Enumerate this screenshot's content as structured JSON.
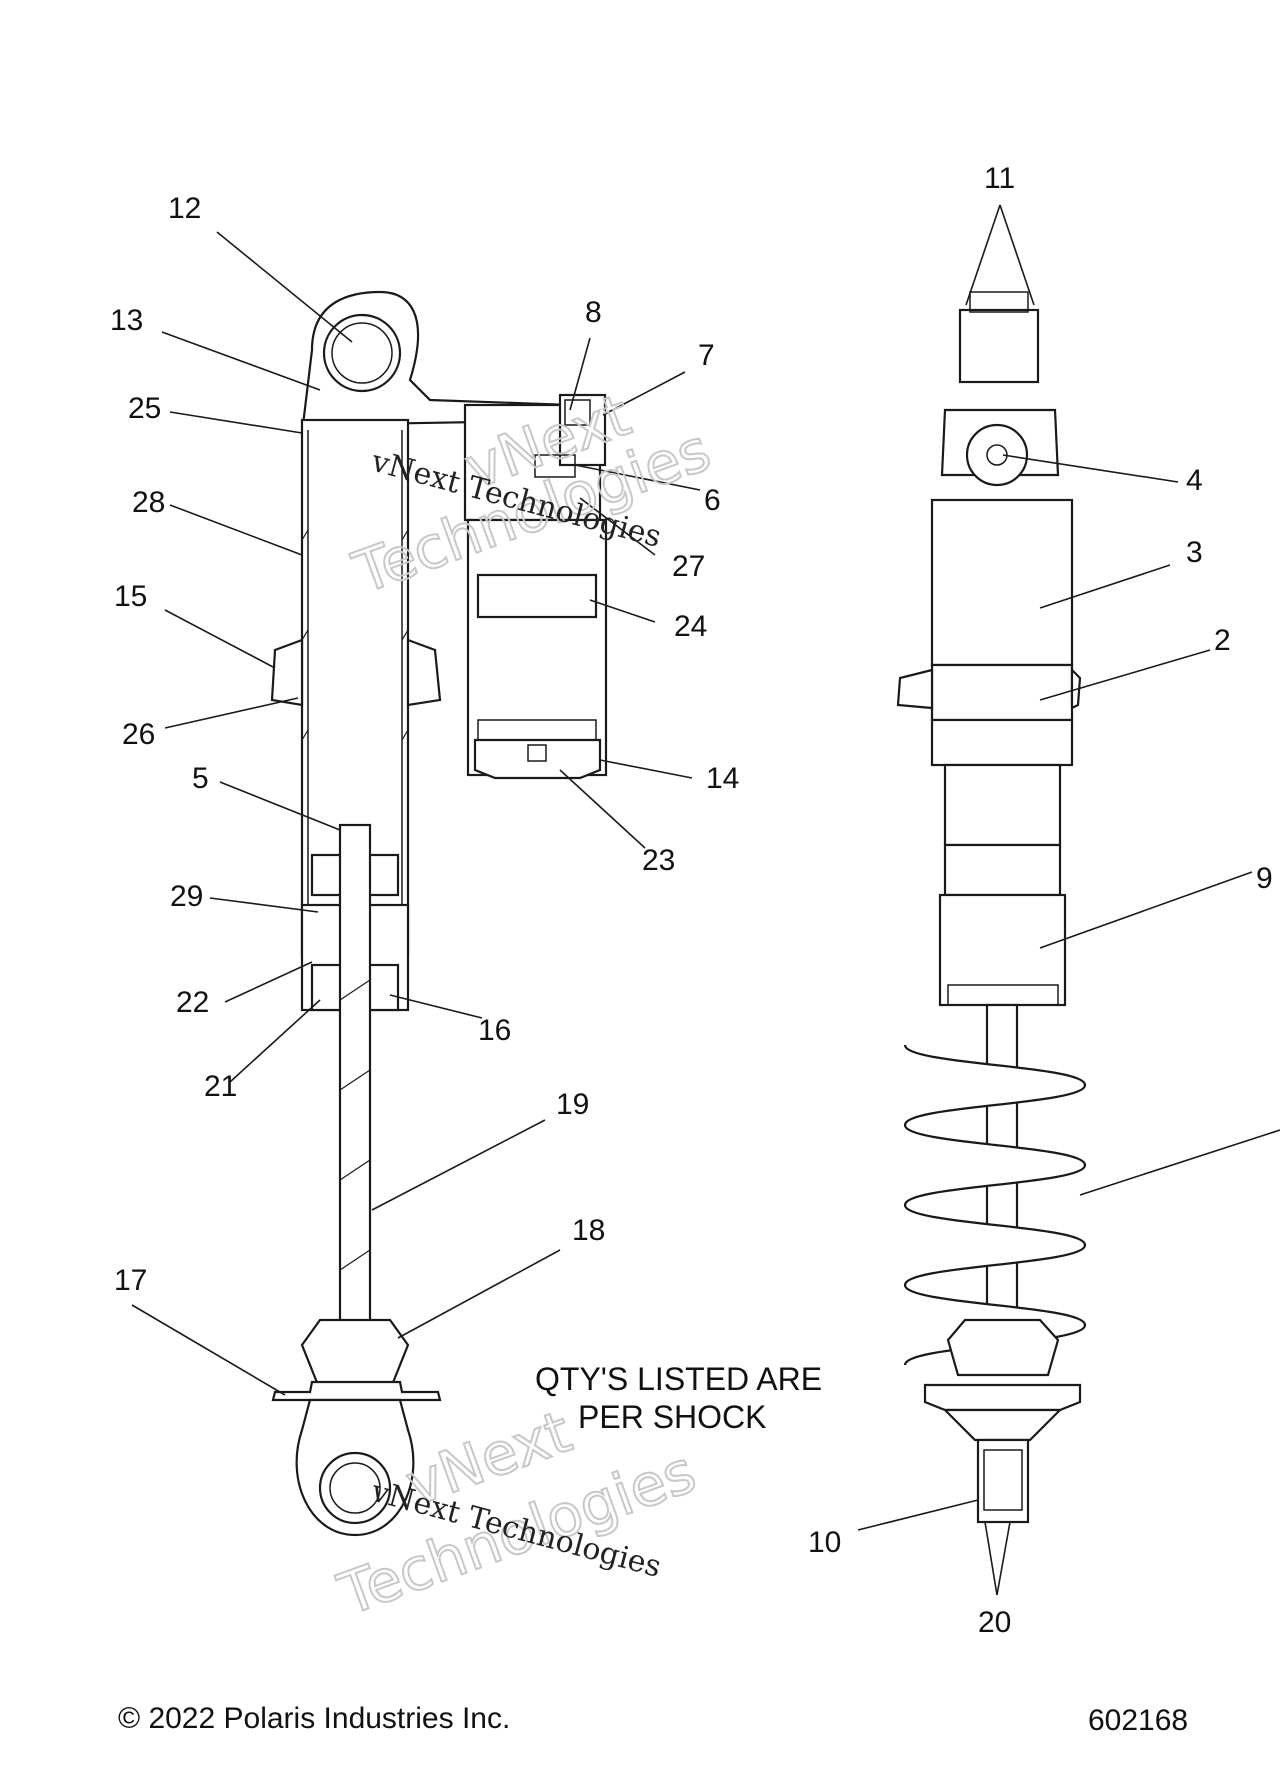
{
  "callouts": {
    "c2": "2",
    "c3": "3",
    "c4": "4",
    "c5": "5",
    "c6": "6",
    "c7": "7",
    "c8": "8",
    "c9": "9",
    "c10": "10",
    "c11": "11",
    "c12": "12",
    "c13": "13",
    "c14": "14",
    "c15": "15",
    "c16": "16",
    "c17": "17",
    "c18": "18",
    "c19": "19",
    "c20": "20",
    "c21": "21",
    "c22": "22",
    "c23": "23",
    "c24": "24",
    "c25": "25",
    "c26": "26",
    "c27": "27",
    "c28": "28",
    "c29": "29"
  },
  "note": {
    "line1": "QTY'S LISTED ARE",
    "line2": "PER SHOCK"
  },
  "footer": {
    "copyright": "© 2022 Polaris Industries Inc.",
    "figure_number": "602168"
  },
  "watermark": {
    "word1": "vNext",
    "word2": "Technologies",
    "small": "vNext Technologies"
  }
}
